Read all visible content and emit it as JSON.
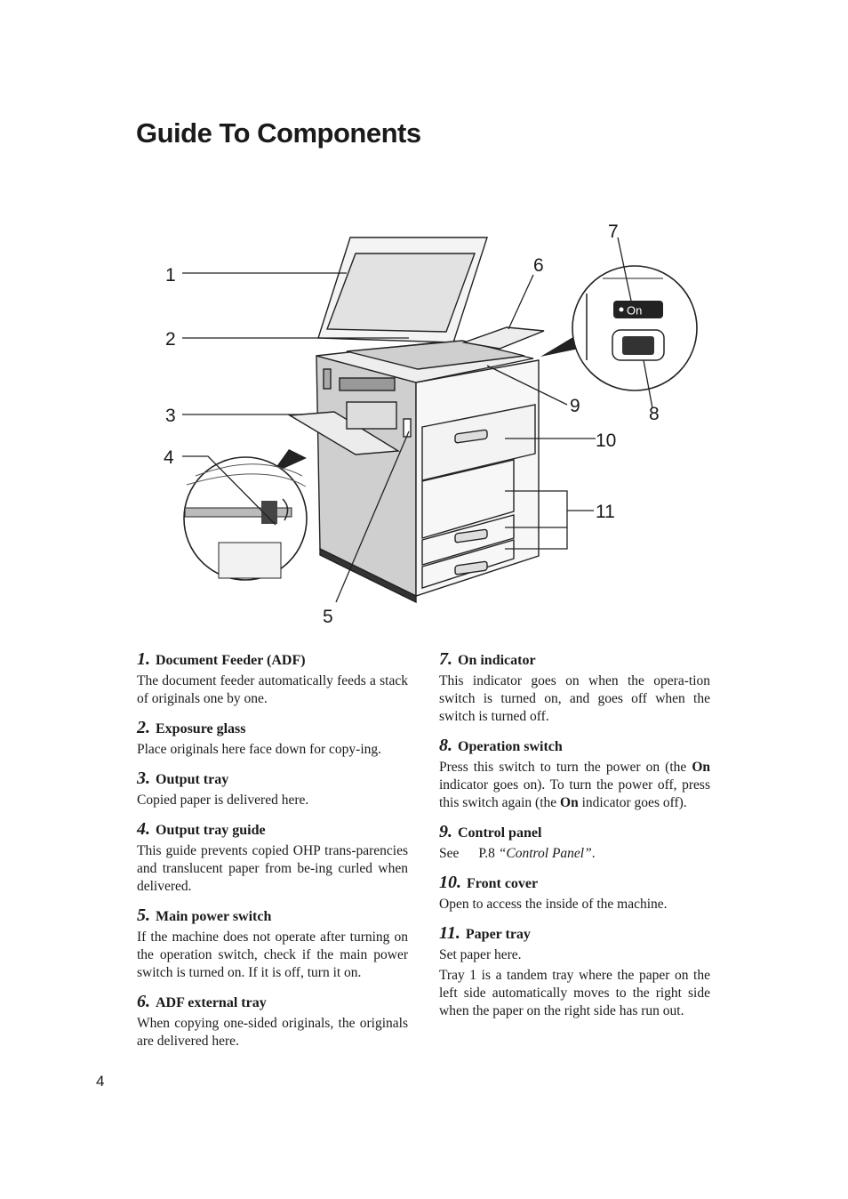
{
  "page": {
    "title": "Guide To Components",
    "page_number": "4"
  },
  "figure": {
    "callouts": [
      "1",
      "2",
      "3",
      "4",
      "5",
      "6",
      "7",
      "8",
      "9",
      "10",
      "11"
    ],
    "on_indicator_label": "On"
  },
  "items": [
    {
      "num": "1.",
      "label": "Document Feeder (ADF)",
      "desc": [
        "The document feeder automatically feeds a stack of originals one by one."
      ]
    },
    {
      "num": "2.",
      "label": "Exposure glass",
      "desc": [
        "Place originals here face down for copy-ing."
      ]
    },
    {
      "num": "3.",
      "label": "Output tray",
      "desc": [
        "Copied paper is delivered here."
      ]
    },
    {
      "num": "4.",
      "label": "Output tray guide",
      "desc": [
        "This guide prevents copied OHP trans-parencies and translucent paper from be-ing curled when delivered."
      ]
    },
    {
      "num": "5.",
      "label": "Main power switch",
      "desc": [
        "If the machine does not operate after turning on the operation switch, check if the main power switch is turned on. If it is off, turn it on."
      ]
    },
    {
      "num": "6.",
      "label": "ADF external tray",
      "desc": [
        "When copying one-sided originals, the originals are delivered here."
      ]
    },
    {
      "num": "7.",
      "label": "On indicator",
      "desc": [
        "This indicator goes on when the opera-tion switch is turned on, and goes off when the switch is turned off."
      ]
    },
    {
      "num": "8.",
      "label": "Operation switch",
      "desc_parts": [
        "Press this switch to turn the power on (the ",
        "On",
        " indicator goes on). To turn the power off, press this switch again (the ",
        "On",
        " indicator goes off)."
      ]
    },
    {
      "num": "9.",
      "label": "Control panel",
      "ref": {
        "see": "See",
        "page": "P.8 ",
        "title": "“Control Panel”",
        "end": "."
      }
    },
    {
      "num": "10.",
      "label": "Front cover",
      "desc": [
        "Open to access the inside of the machine."
      ]
    },
    {
      "num": "11.",
      "label": "Paper tray",
      "desc": [
        "Set paper here.",
        "Tray 1 is a tandem tray where the paper on the left side automatically moves to the right side when the paper on the right side has run out."
      ]
    }
  ]
}
